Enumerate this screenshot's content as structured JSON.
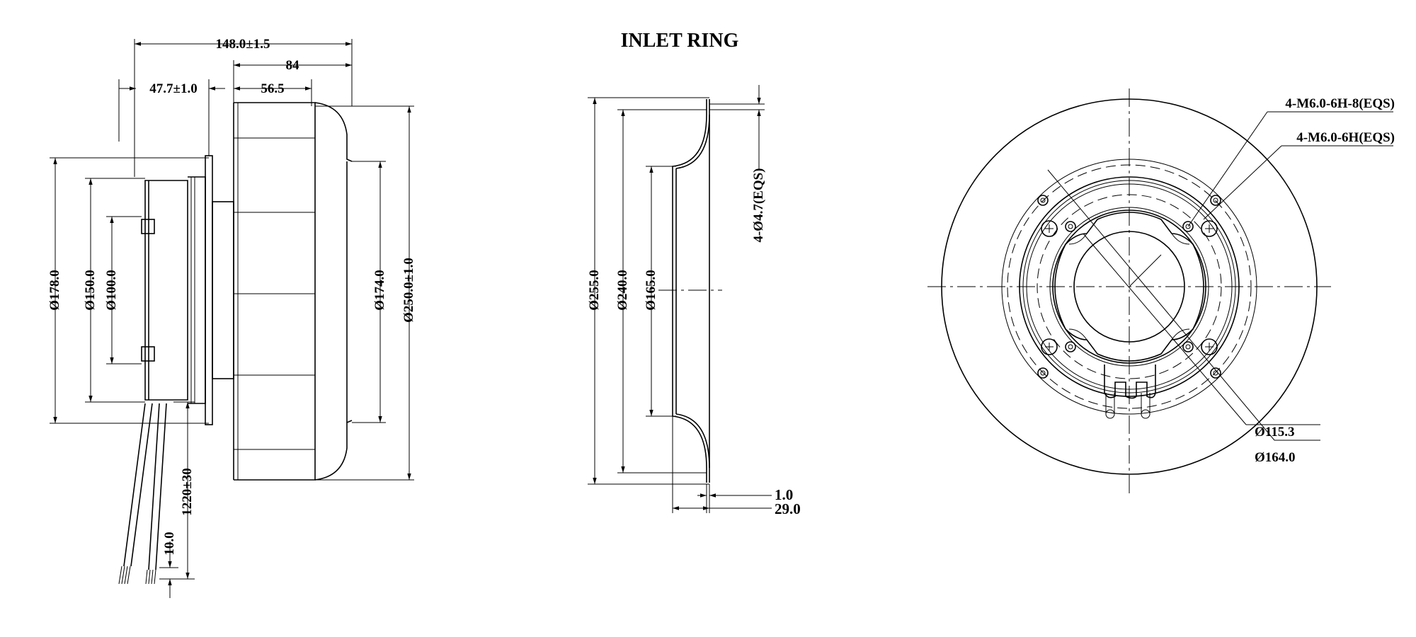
{
  "title": "INLET RING",
  "side_view": {
    "dim_overall_length": "148.0±1.5",
    "dim_impeller_length": "84",
    "dim_motor_offset": "47.7±1.0",
    "dim_impeller_front": "56.5",
    "dia_flange": "Ø178.0",
    "dia_motor": "Ø150.0",
    "dia_hub": "Ø100.0",
    "dia_inlet": "Ø174.0",
    "dia_impeller": "Ø250.0±1.0",
    "cable_length": "1220±30",
    "wire_strip": "10.0"
  },
  "inlet_ring": {
    "dia_outer": "Ø255.0",
    "dia_mid": "Ø240.0",
    "dia_inner": "Ø165.0",
    "holes": "4-Ø4.7(EQS)",
    "thickness": "1.0",
    "depth": "29.0"
  },
  "front_view": {
    "thread_a": "4-M6.0-6H-8(EQS)",
    "thread_b": "4-M6.0-6H(EQS)",
    "pcd_small": "Ø115.3",
    "pcd_large": "Ø164.0"
  }
}
